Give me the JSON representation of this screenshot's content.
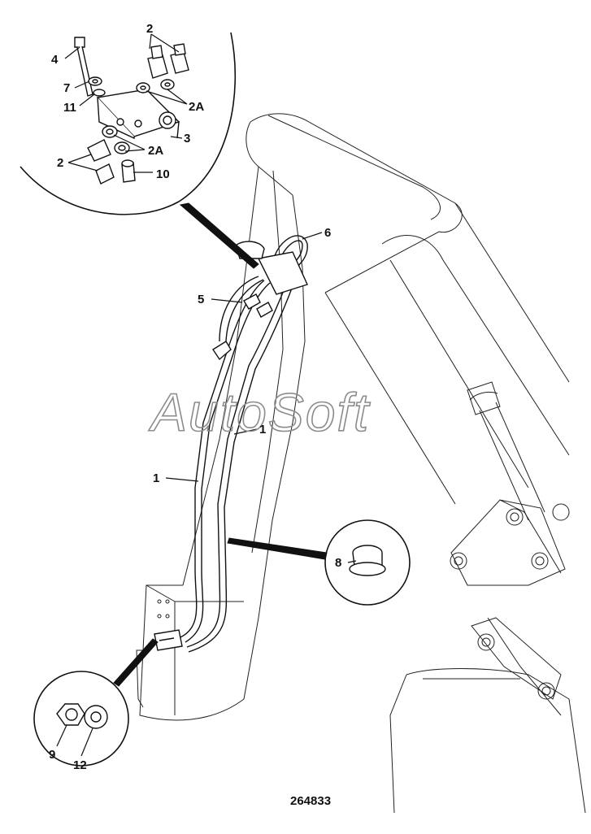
{
  "figure": {
    "reference_number": "264833",
    "watermark": "AutoSoft"
  },
  "callouts": {
    "c1a": "1",
    "c1b": "1",
    "c2_top": "2",
    "c2_left": "2",
    "c2a_top": "2A",
    "c2a_mid": "2A",
    "c3": "3",
    "c4": "4",
    "c5": "5",
    "c6": "6",
    "c7": "7",
    "c8": "8",
    "c9": "9",
    "c10": "10",
    "c11": "11",
    "c12": "12"
  }
}
